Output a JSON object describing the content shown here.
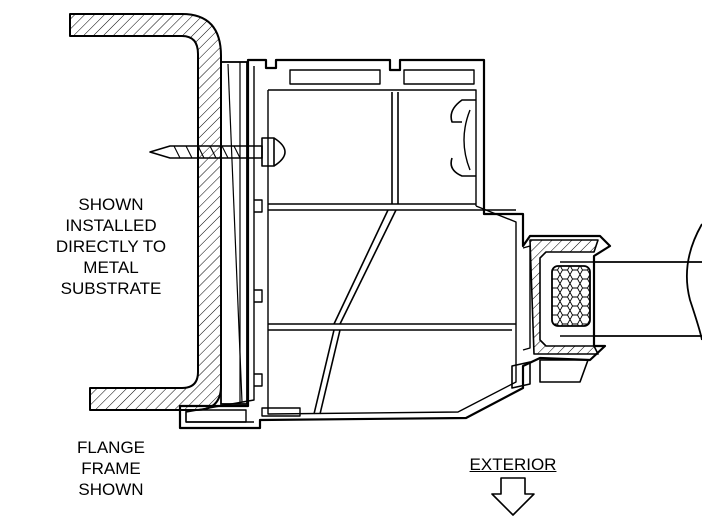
{
  "diagram": {
    "installation_note": [
      "SHOWN",
      "INSTALLED",
      "DIRECTLY TO",
      "METAL",
      "SUBSTRATE"
    ],
    "frame_note": [
      "FLANGE",
      "FRAME",
      "SHOWN"
    ],
    "exterior_label": "EXTERIOR",
    "exterior_arrow_icon": "down-arrow-icon"
  },
  "colors": {
    "line": "#000000",
    "background": "#ffffff"
  }
}
